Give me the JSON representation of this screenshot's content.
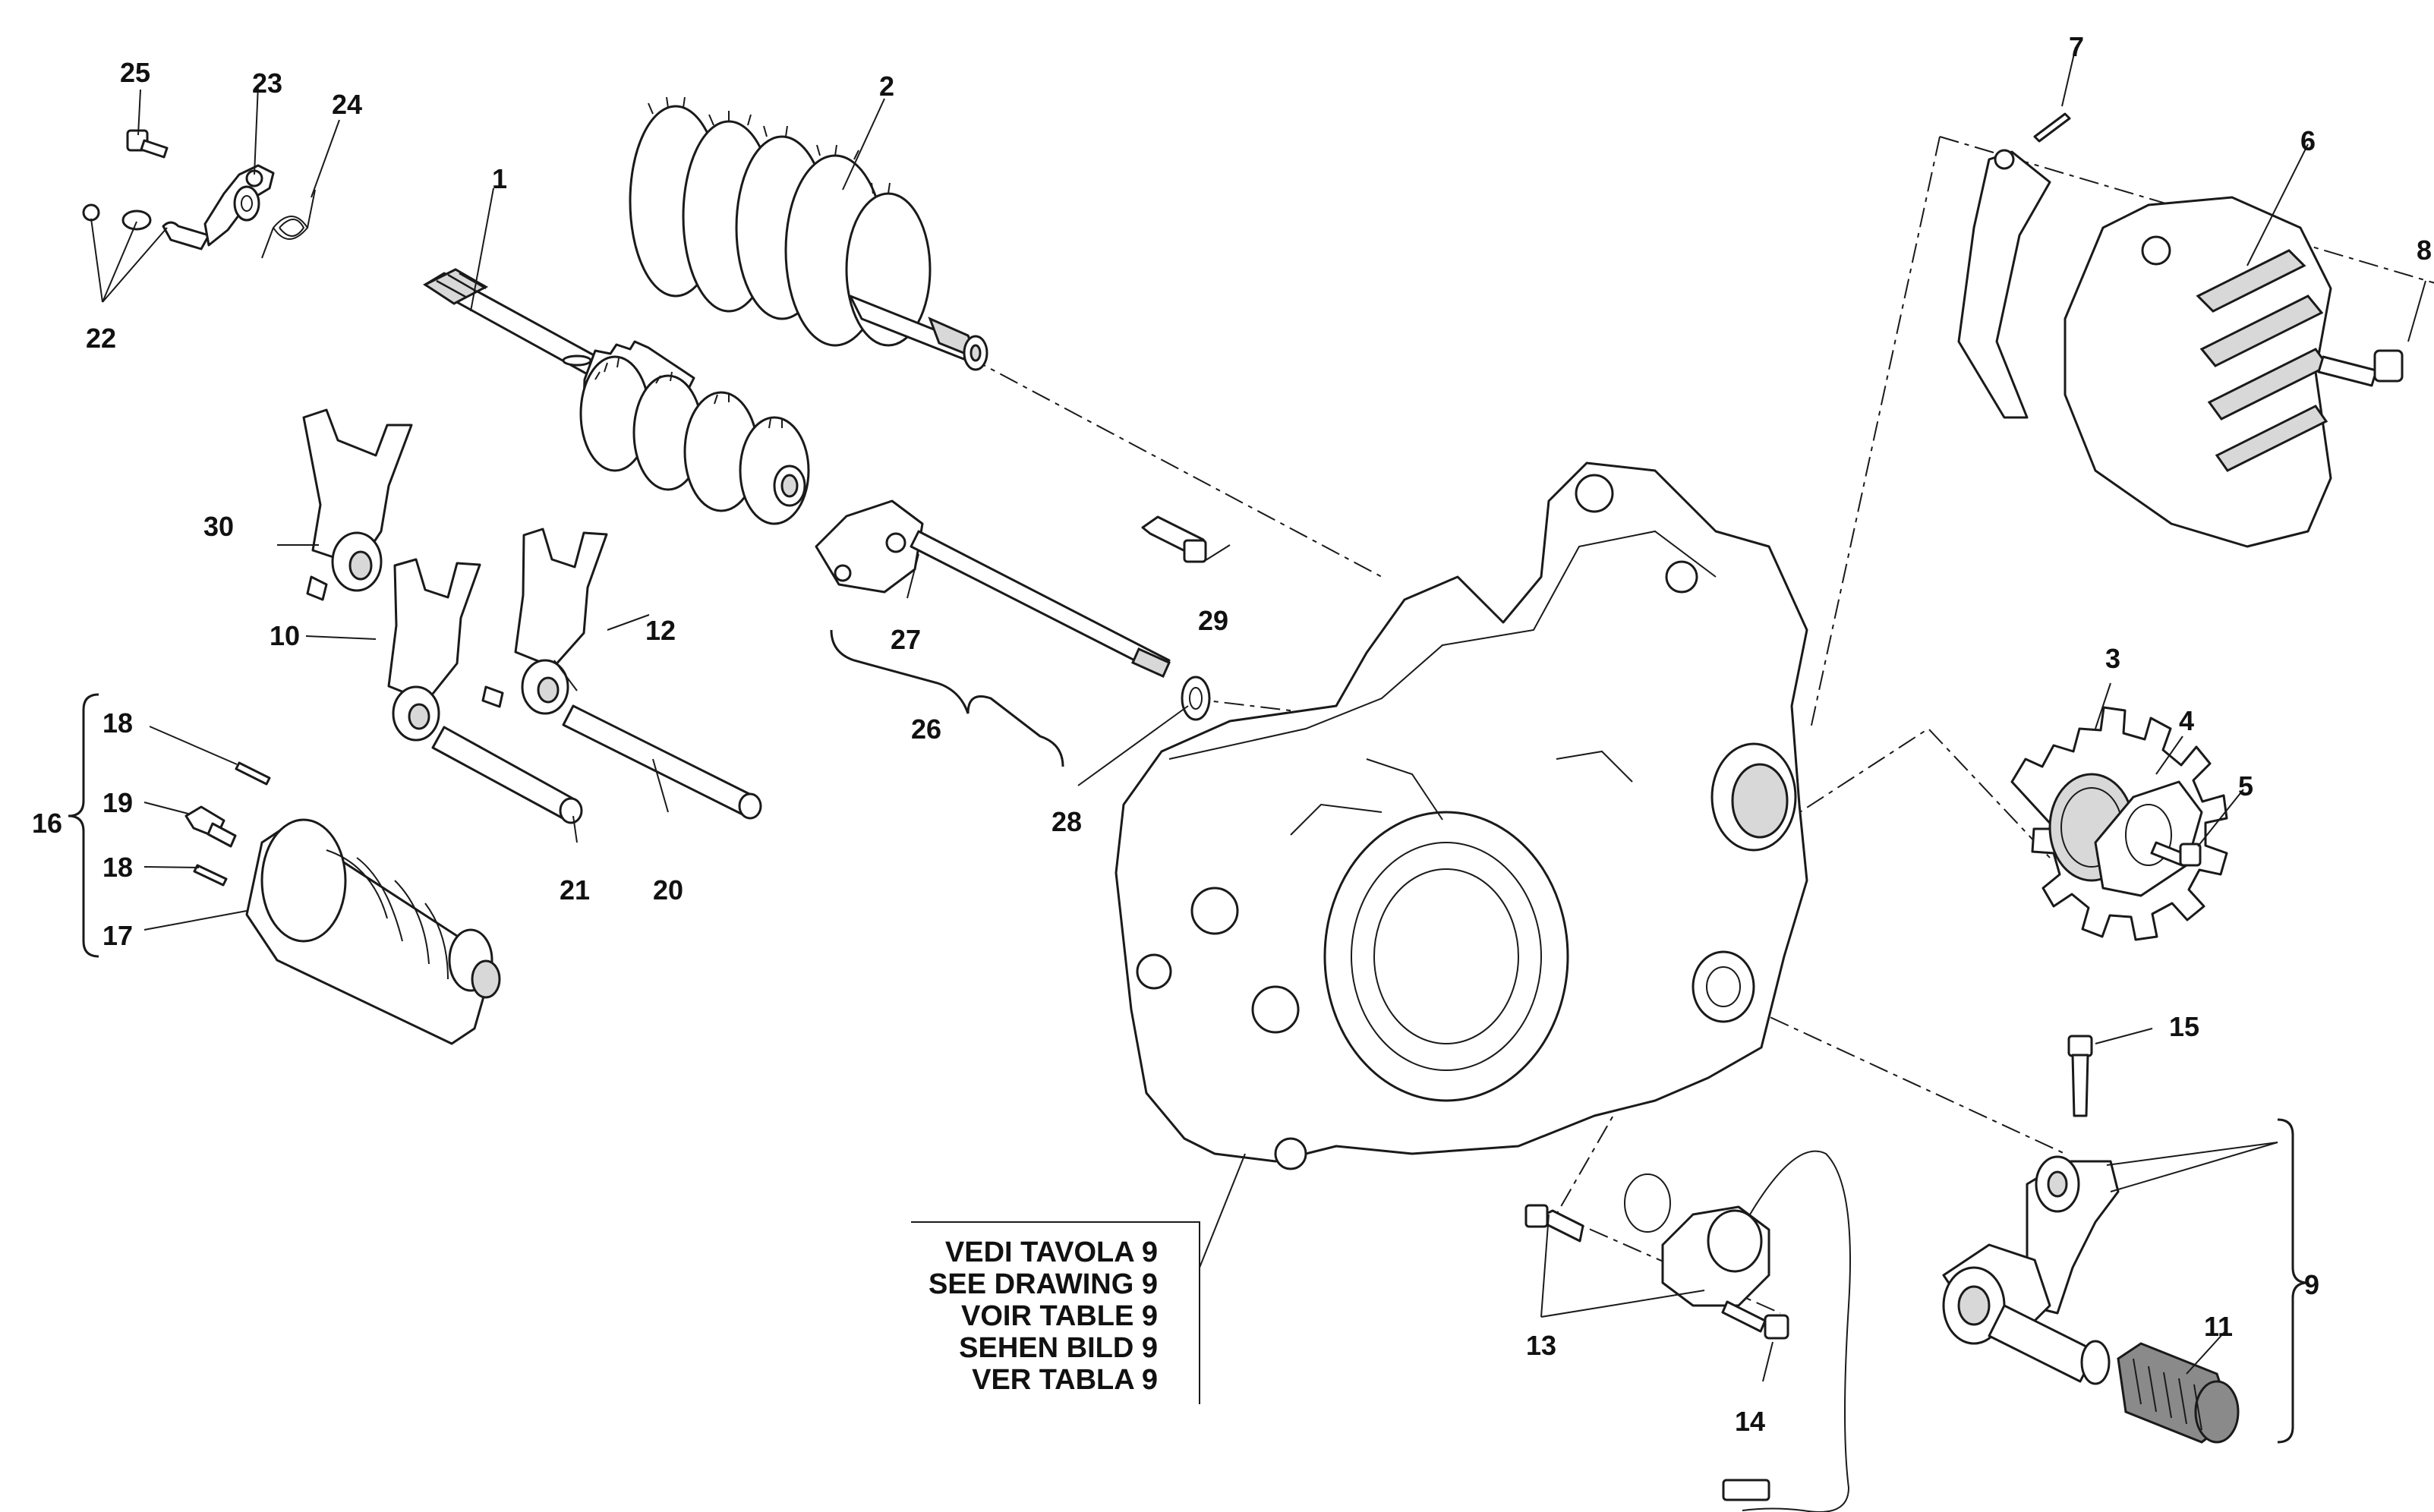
{
  "colors": {
    "background": "#ffffff",
    "line": "#1a1a1a",
    "shade": "#d8d8d8"
  },
  "callouts": {
    "c1": "1",
    "c2": "2",
    "c3": "3",
    "c4": "4",
    "c5": "5",
    "c6": "6",
    "c7": "7",
    "c8": "8",
    "c9": "9",
    "c10": "10",
    "c11": "11",
    "c12": "12",
    "c13": "13",
    "c14": "14",
    "c15": "15",
    "c16": "16",
    "c17": "17",
    "c18a": "18",
    "c18b": "18",
    "c19": "19",
    "c20": "20",
    "c21": "21",
    "c22": "22",
    "c23": "23",
    "c24": "24",
    "c25": "25",
    "c26": "26",
    "c27": "27",
    "c28": "28",
    "c29": "29",
    "c30": "30"
  },
  "reference_note": {
    "lines": [
      "VEDI TAVOLA 9",
      "SEE DRAWING 9",
      "VOIR TABLE 9",
      "SEHEN BILD 9",
      "VER TABLA 9"
    ]
  }
}
